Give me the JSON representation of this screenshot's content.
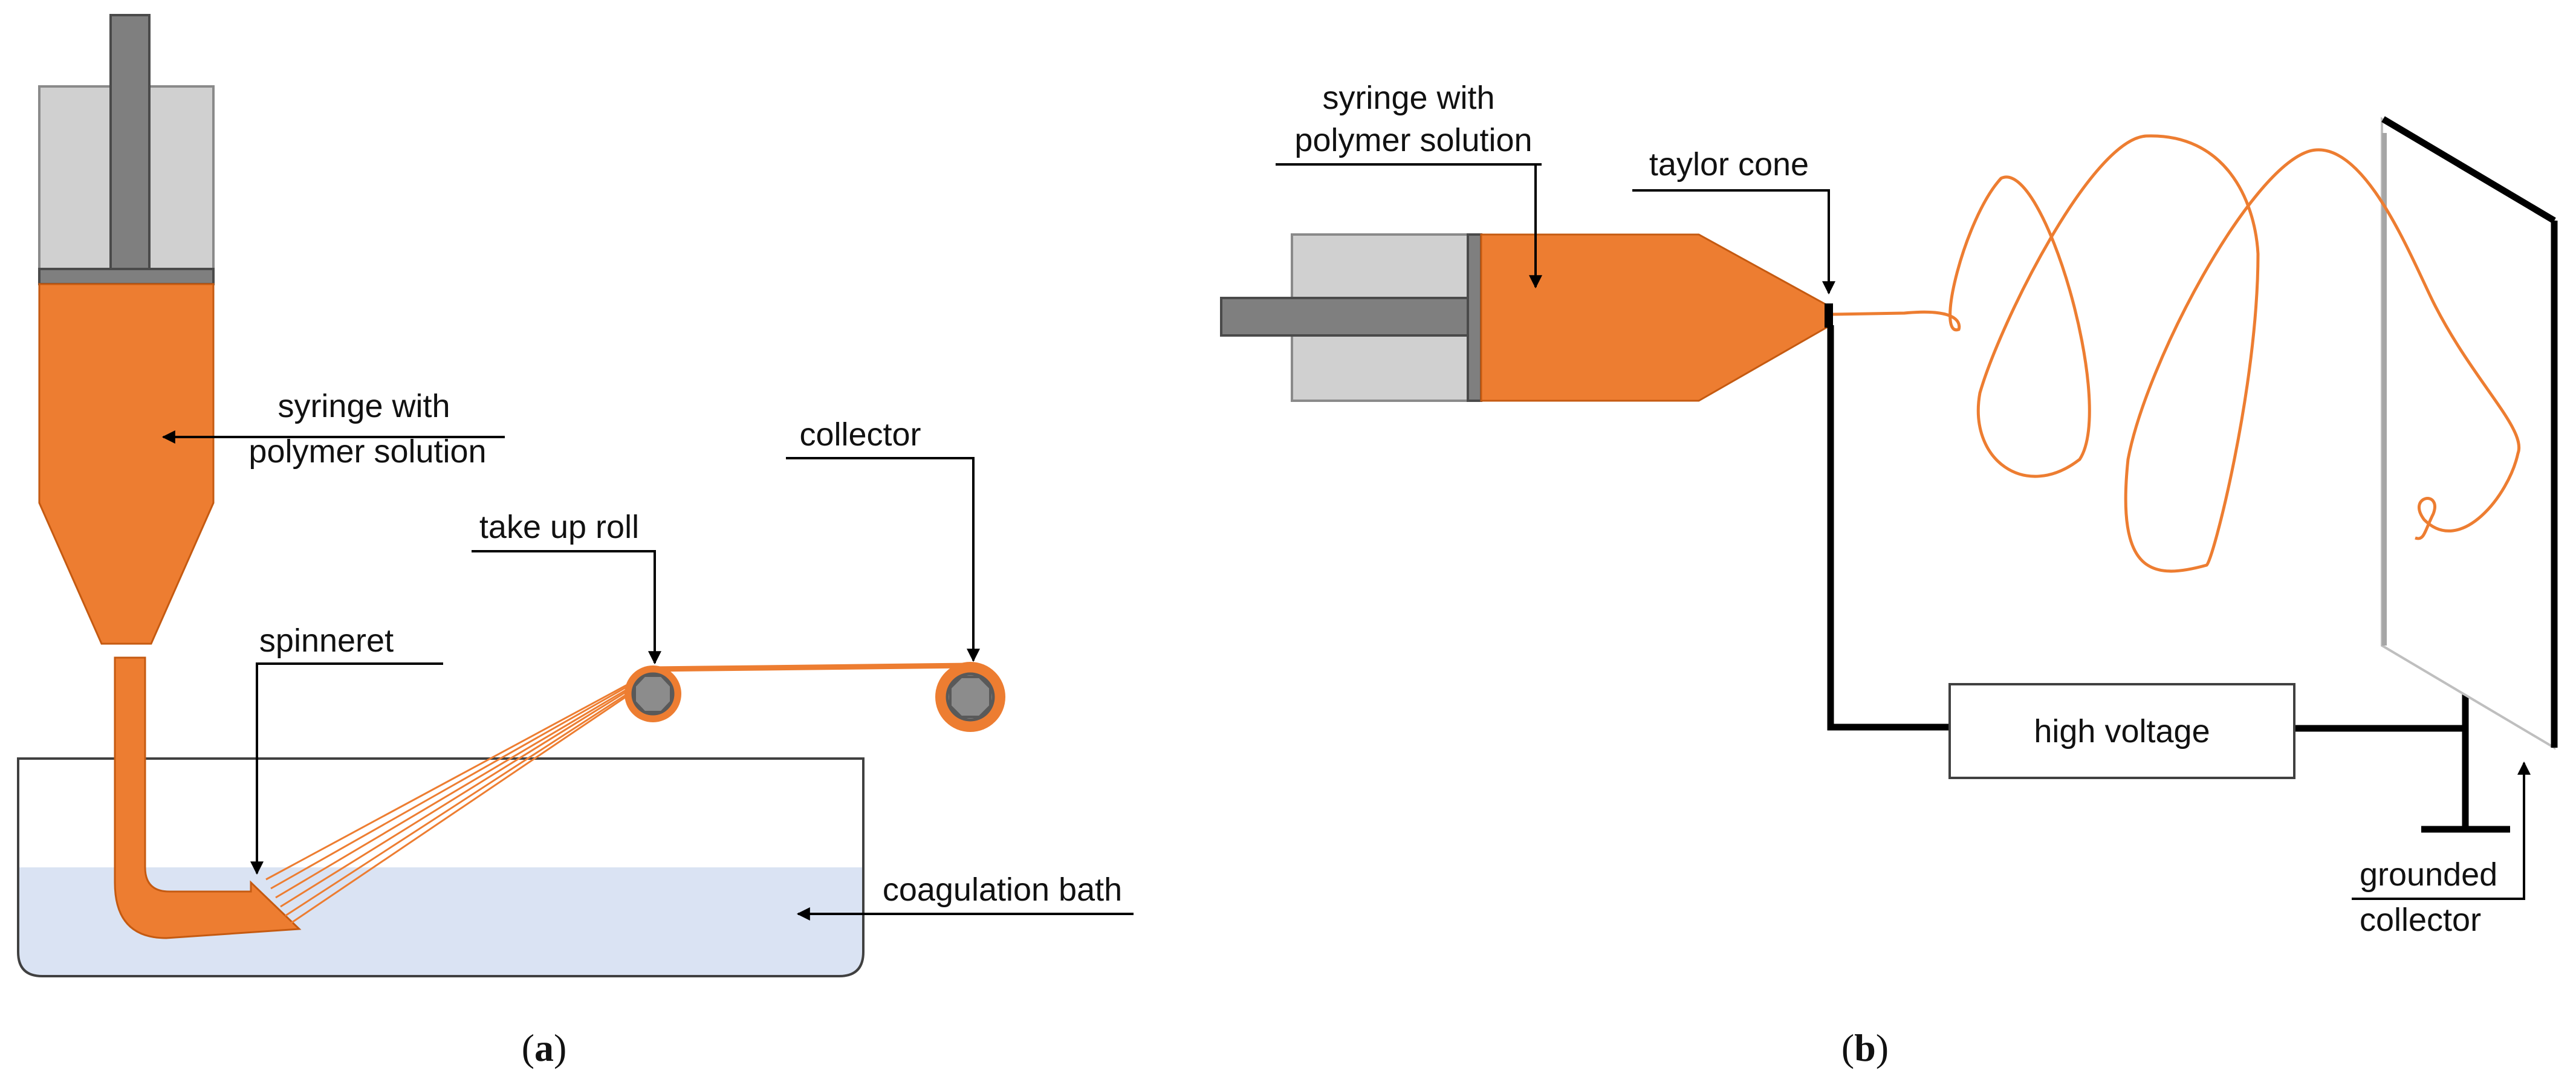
{
  "panel_a": {
    "caption_open": "(",
    "caption_letter": "a",
    "caption_close": ")",
    "labels": {
      "syringe_line1": "syringe with",
      "syringe_line2": "polymer solution",
      "collector": "collector",
      "take_up_roll": "take up roll",
      "spinneret": "spinneret",
      "coagulation_bath": "coagulation bath"
    }
  },
  "panel_b": {
    "caption_open": "(",
    "caption_letter": "b",
    "caption_close": ")",
    "labels": {
      "syringe_line1": "syringe with",
      "syringe_line2": "polymer solution",
      "taylor_cone": "taylor cone",
      "high_voltage": "high voltage",
      "grounded_line1": "grounded",
      "grounded_line2": "collector"
    }
  },
  "colors": {
    "polymer": "#ED7D31",
    "barrel": "#D0D0D0",
    "plunger": "#7F7F7F",
    "bath_water": "#DAE3F3",
    "wire": "#000000"
  }
}
